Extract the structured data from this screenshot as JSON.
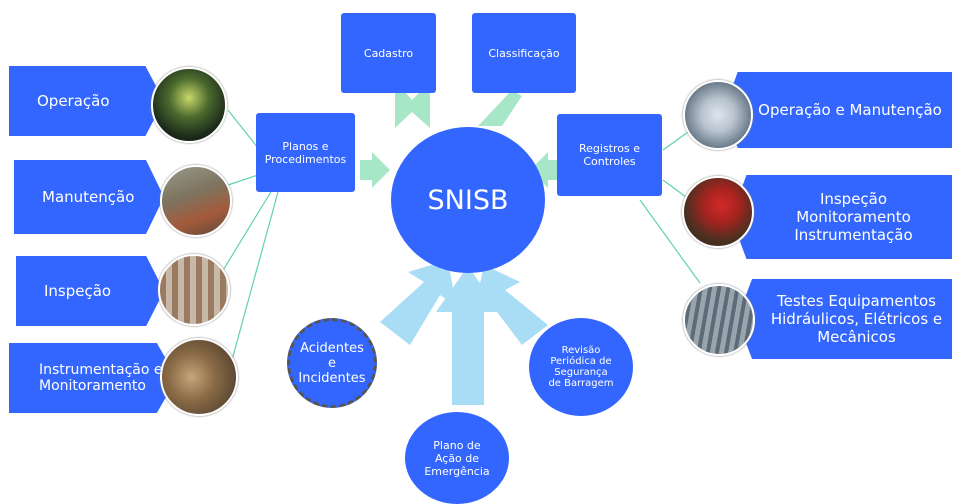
{
  "center": {
    "label": "SNISB"
  },
  "top_boxes": {
    "cadastro": "Cadastro",
    "classificacao": "Classificação"
  },
  "left_hub": {
    "label": "Planos e\nProcedimentos"
  },
  "right_hub": {
    "label": "Registros e\nControles"
  },
  "left_items": [
    {
      "label": "Operação",
      "icon": "tunnel-photo-icon"
    },
    {
      "label": "Manutenção",
      "icon": "gallery-photo-icon"
    },
    {
      "label": "Inspeção",
      "icon": "scaffold-photo-icon"
    },
    {
      "label": "Instrumentação e\nMonitoramento",
      "icon": "instrument-photo-icon"
    }
  ],
  "right_items": [
    {
      "label": "Operação e Manutenção",
      "icon": "control-room-photo-icon"
    },
    {
      "label": "Inspeção\nMonitoramento\nInstrumentação",
      "icon": "worker-photo-icon"
    },
    {
      "label": "Testes Equipamentos\nHidráulicos, Elétricos e\nMecânicos",
      "icon": "cables-photo-icon"
    }
  ],
  "bottom_circles": {
    "acidentes": "Acidentes\ne\nIncidentes",
    "revisao": "Revisão\nPeriódica de\nSegurança\nde Barragem",
    "plano": "Plano de\nAção de\nEmergência"
  },
  "colors": {
    "primary": "#3366ff",
    "arrow_green": "#a8e6c8",
    "arrow_blue": "#a9ddf6",
    "connector": "#5fd3a8"
  }
}
